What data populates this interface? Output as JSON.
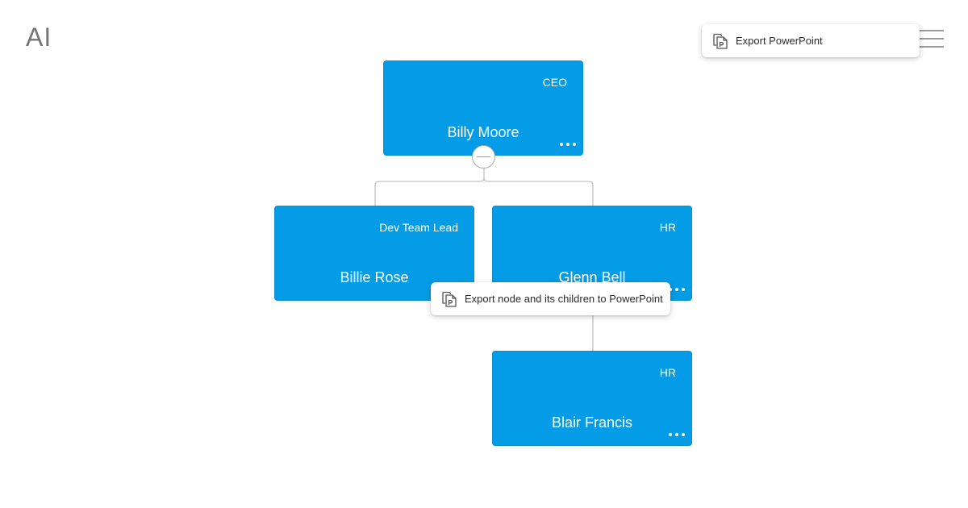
{
  "app": {
    "logo_text": "AI"
  },
  "header": {
    "menu_icon": "hamburger-icon",
    "menu": {
      "export_powerpoint_label": "Export PowerPoint",
      "export_icon": "powerpoint-file-icon"
    }
  },
  "org_chart": {
    "nodes": [
      {
        "title": "CEO",
        "name": "Billy Moore"
      },
      {
        "title": "Dev Team Lead",
        "name": "Billie Rose"
      },
      {
        "title": "HR",
        "name": "Glenn Bell"
      },
      {
        "title": "HR",
        "name": "Blair Francis"
      }
    ],
    "node_color": "#049ce6",
    "more_icon": "more-dots-icon",
    "collapse_icon": "collapse-minus-icon"
  },
  "context_menu": {
    "export_node_label": "Export node and its children to PowerPoint",
    "export_icon": "powerpoint-file-icon"
  }
}
